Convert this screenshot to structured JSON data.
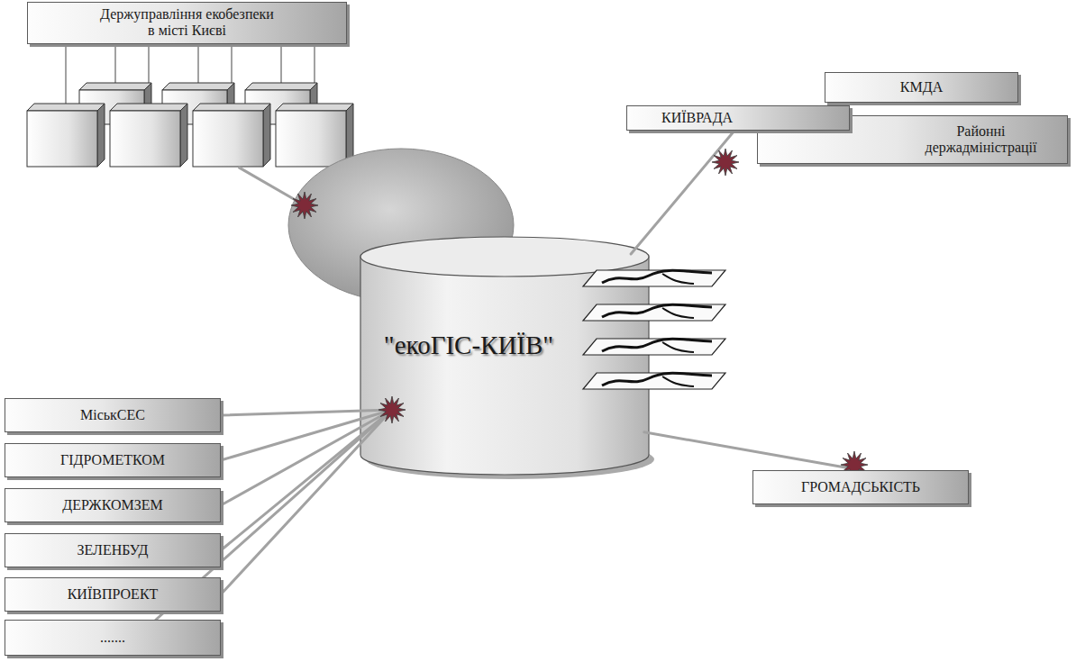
{
  "diagram": {
    "nodes": [
      {
        "text": [
          "Держуправління екобезпеки в місті Києві"
        ]
      },
      {
        "text": [
          "КМДА"
        ]
      },
      {
        "text": [
          "КИЇВРАДА"
        ]
      },
      {
        "text": [
          "Районні держадміністрації"
        ]
      },
      {
        "text": [
          "\"екоГІС-КИЇВ\""
        ]
      },
      {
        "text": [
          "МіськСЕС"
        ]
      },
      {
        "text": [
          "ГІДРОМЕТКОМ"
        ]
      },
      {
        "text": [
          "ГРОМАДСЬКІСТЬ"
        ]
      },
      {
        "text": [
          "ДЕРЖКОМЗЕМ"
        ]
      },
      {
        "text": [
          "ЗЕЛЕНБУД"
        ]
      },
      {
        "text": [
          "КИЇВПРОЕКТ"
        ]
      },
      {
        "text": [
          "......."
        ]
      }
    ],
    "edges": [
      {
        "from": 0,
        "to": 4,
        "arrow": "none"
      },
      {
        "from": 4,
        "to": 2,
        "arrow": "none"
      },
      {
        "from": 4,
        "to": 7,
        "arrow": "none"
      },
      {
        "from": 5,
        "to": 4,
        "arrow": "none"
      },
      {
        "from": 6,
        "to": 4,
        "arrow": "none"
      },
      {
        "from": 8,
        "to": 4,
        "arrow": "none"
      },
      {
        "from": 9,
        "to": 4,
        "arrow": "none"
      },
      {
        "from": 10,
        "to": 4,
        "arrow": "none"
      },
      {
        "from": 11,
        "to": 4,
        "arrow": "none"
      }
    ]
  }
}
